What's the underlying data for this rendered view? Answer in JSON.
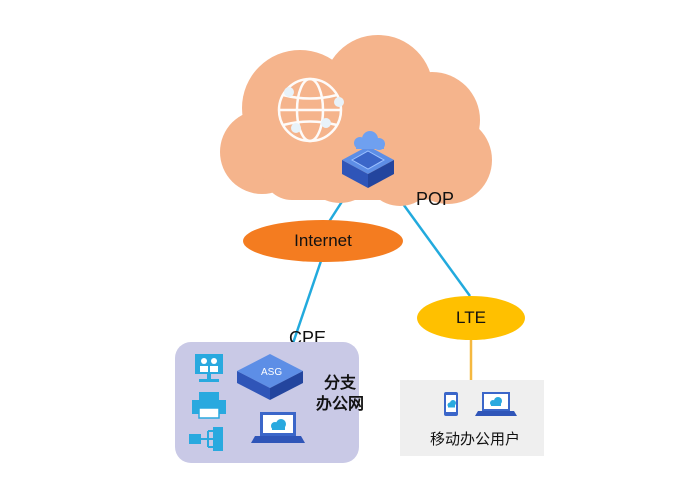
{
  "labels": {
    "pop": "POP",
    "internet": "Internet",
    "lte": "LTE",
    "cpe": "CPE",
    "asg": "ASG",
    "branch_office": "分支办公网",
    "mobile_office": "移动办公用户"
  },
  "colors": {
    "cloud": "#f5b48c",
    "internet_oval": "#f47c20",
    "lte_oval": "#ffc000",
    "link_blue": "#22aadd",
    "link_orange": "#f5b840",
    "branch_bg": "#c9c9e6",
    "mobile_bg": "#efefef",
    "device_blue": "#3b66c9"
  },
  "icons": {
    "cloud_globe": "globe-network-icon",
    "pop_device": "pop-gateway-icon",
    "cpe_device": "asg-gateway-icon",
    "branch_left": [
      "video-conference-icon",
      "printer-icon",
      "file-tree-icon"
    ],
    "branch_laptop": "laptop-cloud-icon",
    "mobile": [
      "phone-cloud-icon",
      "laptop-cloud-icon"
    ]
  }
}
